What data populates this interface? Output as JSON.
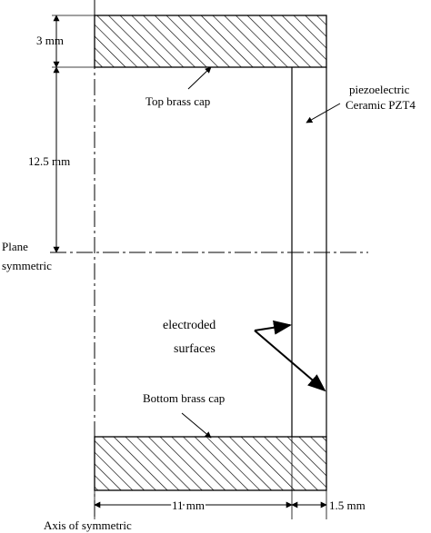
{
  "labels": {
    "cap_height": "3 mm",
    "top_cap": "Top brass cap",
    "ceramic_line1": "piezoelectric",
    "ceramic_line2": "Ceramic PZT4",
    "height": "12.5 mm",
    "plane_line1": "Plane",
    "plane_line2": "symmetric",
    "electroded_line1": "electroded",
    "electroded_line2": "surfaces",
    "bottom_cap": "Bottom brass cap",
    "radius": "11 mm",
    "thickness": "1.5 mm",
    "axis": "Axis of symmetric"
  }
}
